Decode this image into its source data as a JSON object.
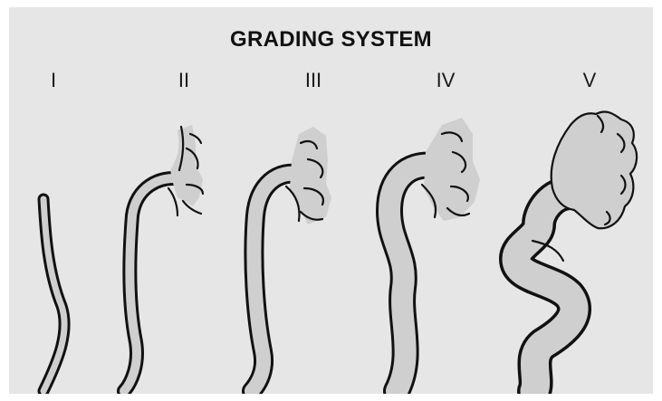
{
  "title": "GRADING SYSTEM",
  "grades": [
    {
      "label": "I"
    },
    {
      "label": "II"
    },
    {
      "label": "III"
    },
    {
      "label": "IV"
    },
    {
      "label": "V"
    }
  ],
  "colors": {
    "panel_background": "#e6e6e6",
    "fill": "#cfcfcf",
    "stroke": "#111111"
  }
}
